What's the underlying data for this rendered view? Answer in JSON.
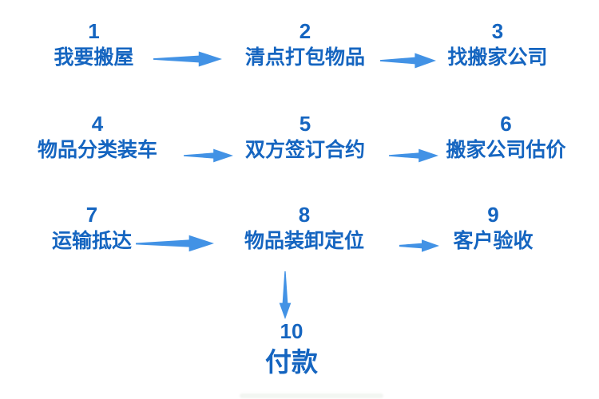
{
  "diagram": {
    "type": "flowchart",
    "topic": "moving-house-process"
  },
  "palette": {
    "step_text": "#1565C0",
    "arrow": "#4292E5",
    "background": "#FFFFFF"
  },
  "steps": [
    {
      "number": "1",
      "label": "我要搬屋"
    },
    {
      "number": "2",
      "label": "清点打包物品"
    },
    {
      "number": "3",
      "label": "找搬家公司"
    },
    {
      "number": "4",
      "label": "物品分类装车"
    },
    {
      "number": "5",
      "label": "双方签订合约"
    },
    {
      "number": "6",
      "label": "搬家公司估价"
    },
    {
      "number": "7",
      "label": "运输抵达"
    },
    {
      "number": "8",
      "label": "物品装卸定位"
    },
    {
      "number": "9",
      "label": "客户验收"
    },
    {
      "number": "10",
      "label": "付款"
    }
  ],
  "connections": [
    {
      "from": "1",
      "to": "2",
      "direction": "right"
    },
    {
      "from": "2",
      "to": "3",
      "direction": "right"
    },
    {
      "from": "4",
      "to": "5",
      "direction": "right"
    },
    {
      "from": "5",
      "to": "6",
      "direction": "right"
    },
    {
      "from": "7",
      "to": "8",
      "direction": "right"
    },
    {
      "from": "8",
      "to": "9",
      "direction": "right"
    },
    {
      "from": "8",
      "to": "10",
      "direction": "down"
    }
  ]
}
